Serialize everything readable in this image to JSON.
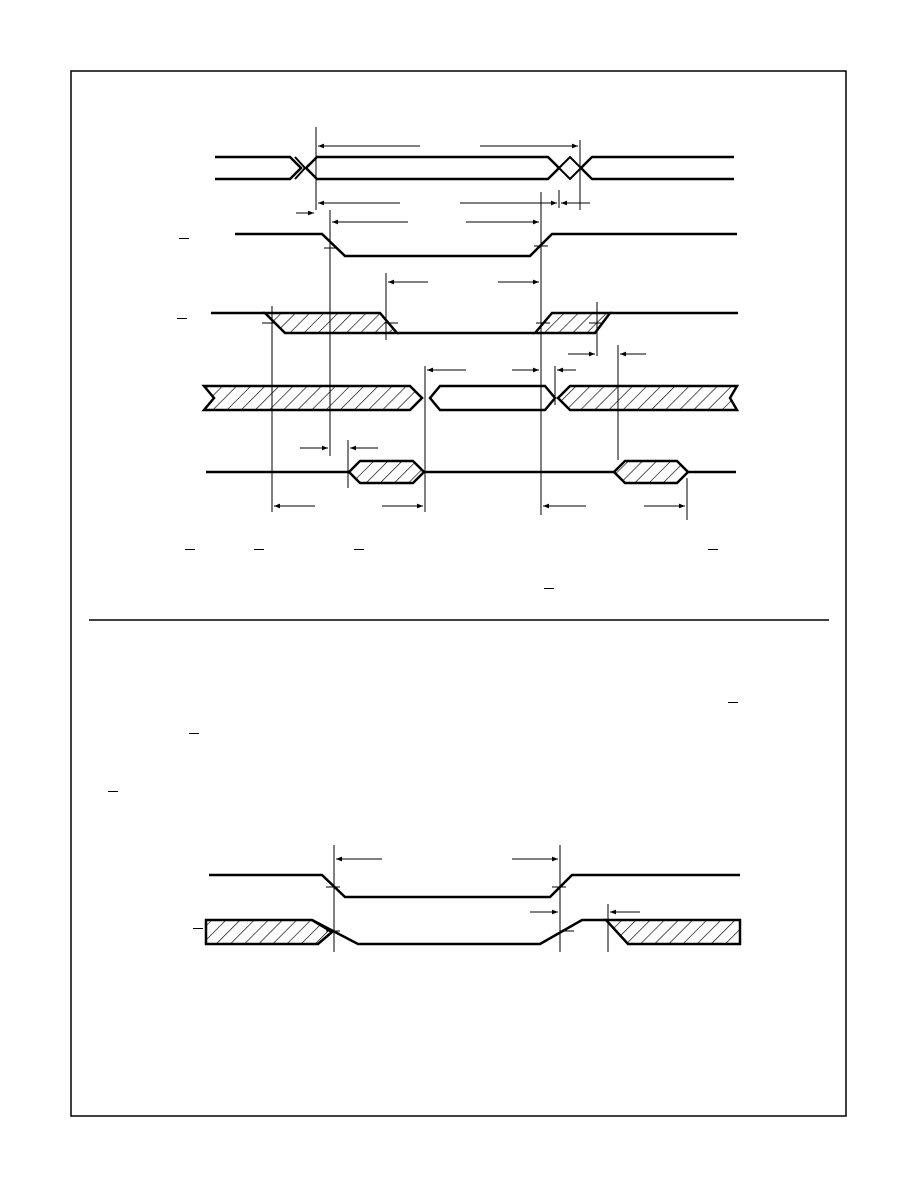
{
  "figure": {
    "kind": "timing-diagram",
    "text_labels": [],
    "line_color": "#000000",
    "background": "#ffffff",
    "hatch_pattern": "diagonal-lines"
  },
  "upper_diagram": {
    "signals": [
      {
        "row": 1,
        "waveform": "bus-valid-window"
      },
      {
        "row": 2,
        "waveform": "active-low-pulse",
        "overbar": true
      },
      {
        "row": 3,
        "waveform": "active-low-pulse-hatched-edges",
        "overbar": true
      },
      {
        "row": 4,
        "waveform": "bus-hatched-with-valid-window"
      },
      {
        "row": 5,
        "waveform": "two-hatched-bus-pulses"
      }
    ],
    "footnote_overbars": 5
  },
  "lower_diagram": {
    "signals": [
      {
        "row": 1,
        "waveform": "active-low-pulse"
      },
      {
        "row": 2,
        "waveform": "hatched-bus-with-low-pulse",
        "overbar": true
      }
    ],
    "note_overbars": 2
  }
}
